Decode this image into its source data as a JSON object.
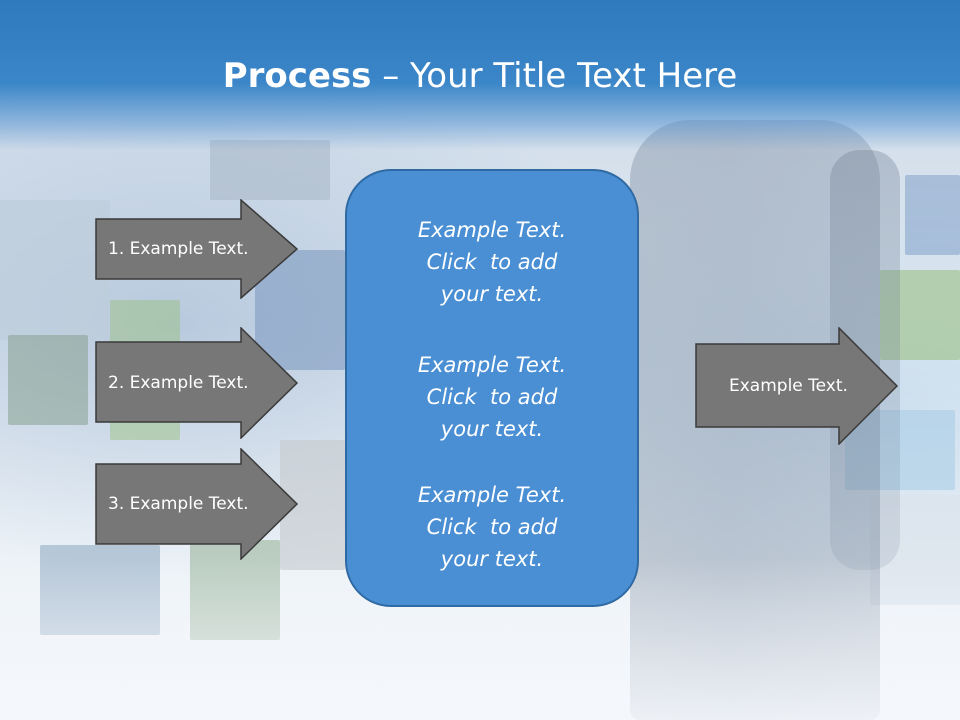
{
  "title": {
    "bold": "Process",
    "rest": " – Your Title Text Here"
  },
  "colors": {
    "title_band": "#2f79bd",
    "arrow_fill": "#777777",
    "arrow_stroke": "#3a3a3a",
    "center_box": "#4a8fd3",
    "center_border": "#2f6aa3"
  },
  "left_arrows": [
    {
      "label": "1. Example Text."
    },
    {
      "label": "2. Example Text."
    },
    {
      "label": "3. Example Text."
    }
  ],
  "center_blocks": [
    {
      "lines": [
        "Example Text.",
        "Click  to add",
        "your text."
      ]
    },
    {
      "lines": [
        "Example Text.",
        "Click  to add",
        "your text."
      ]
    },
    {
      "lines": [
        "Example Text.",
        "Click  to add",
        "your text."
      ]
    }
  ],
  "right_arrow": {
    "label": "Example Text."
  }
}
